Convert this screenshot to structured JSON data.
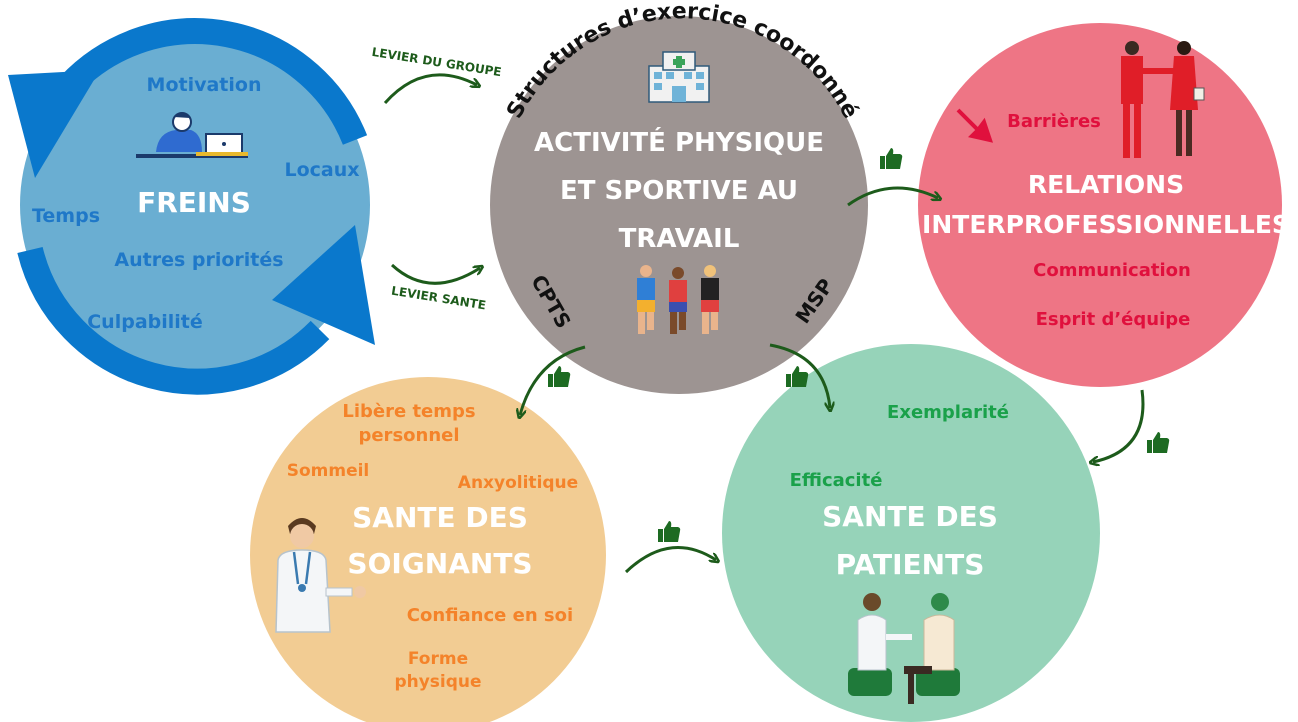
{
  "colors": {
    "freins_circle": "#6aaed2",
    "freins_arrows": "#0a78cc",
    "freins_text": "#1f78c8",
    "activite_circle": "#9d9492",
    "relations_circle": "#ee7585",
    "relations_text": "#e0103d",
    "soignants_circle": "#f2cc93",
    "soignants_text": "#f4832a",
    "patients_circle": "#96d3b9",
    "patients_text": "#1aa14a",
    "connector": "#1d5b1b",
    "title_white": "#ffffff"
  },
  "freins": {
    "title": "FREINS",
    "items": {
      "motivation": "Motivation",
      "locaux": "Locaux",
      "temps": "Temps",
      "autres": "Autres priorités",
      "culpabilite": "Culpabilité"
    },
    "icon": "person-laptop-icon"
  },
  "activite": {
    "arc_text": "Structures d’exercice coordonné",
    "title_line1": "ACTIVITÉ PHYSIQUE",
    "title_line2": "ET SPORTIVE AU",
    "title_line3": "TRAVAIL",
    "cpts": "CPTS",
    "msp": "MSP",
    "icons": [
      "hospital-icon",
      "runners-icon"
    ]
  },
  "levers": {
    "groupe": "LEVIER DU GROUPE",
    "sante": "LEVIER SANTE"
  },
  "relations": {
    "title_line1": "RELATIONS",
    "title_line2": "INTERPROFESSIONNELLES",
    "barrieres": "Barrières",
    "communication": "Communication",
    "esprit": "Esprit d’équipe",
    "icon": "handshake-icon"
  },
  "soignants": {
    "title_line1": "SANTE DES",
    "title_line2": "SOIGNANTS",
    "libere_line1": "Libère temps",
    "libere_line2": "personnel",
    "sommeil": "Sommeil",
    "anxyolitique": "Anxyolitique",
    "confiance": "Confiance en soi",
    "forme_line1": "Forme",
    "forme_line2": "physique",
    "icon": "doctor-icon"
  },
  "patients": {
    "title_line1": "SANTE DES",
    "title_line2": "PATIENTS",
    "exemplarite": "Exemplarité",
    "efficacite": "Efficacité",
    "icon": "consultation-icon"
  }
}
